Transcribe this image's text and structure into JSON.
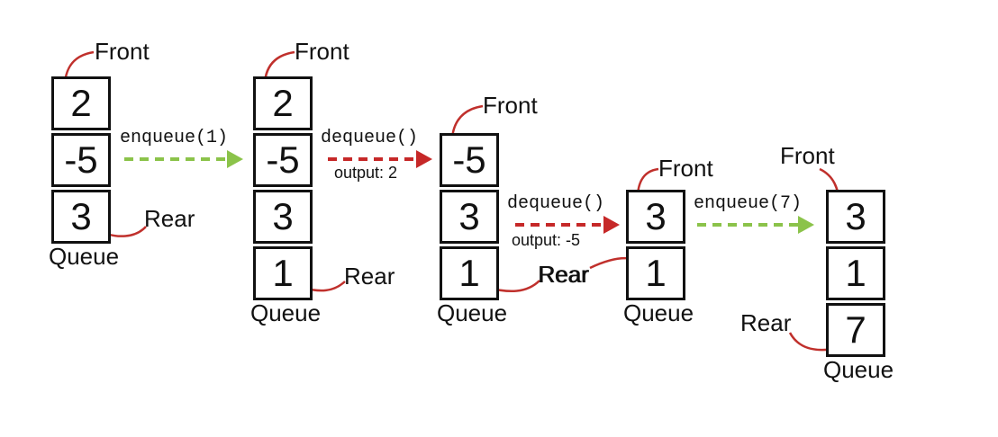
{
  "queues": [
    {
      "cells": [
        "2",
        "-5",
        "3"
      ],
      "label": "Queue",
      "front_label": "Front",
      "rear_label": "Rear"
    },
    {
      "cells": [
        "2",
        "-5",
        "3",
        "1"
      ],
      "label": "Queue",
      "front_label": "Front",
      "rear_label": "Rear"
    },
    {
      "cells": [
        "-5",
        "3",
        "1"
      ],
      "label": "Queue",
      "front_label": "Front",
      "rear_label": "Rear"
    },
    {
      "cells": [
        "3",
        "1"
      ],
      "label": "Queue",
      "front_label": "Front",
      "rear_label": "Rear"
    },
    {
      "cells": [
        "3",
        "1",
        "7"
      ],
      "label": "Queue",
      "front_label": "Front",
      "rear_label": "Rear"
    }
  ],
  "operations": [
    {
      "label": "enqueue(1)",
      "output": "",
      "color": "#8bc34a"
    },
    {
      "label": "dequeue()",
      "output": "output: 2",
      "color": "#c62828"
    },
    {
      "label": "dequeue()",
      "output": "output: -5",
      "color": "#c62828"
    },
    {
      "label": "enqueue(7)",
      "output": "",
      "color": "#8bc34a"
    }
  ],
  "colors": {
    "pointer_arrow": "#c0302c",
    "box_border": "#111111"
  }
}
